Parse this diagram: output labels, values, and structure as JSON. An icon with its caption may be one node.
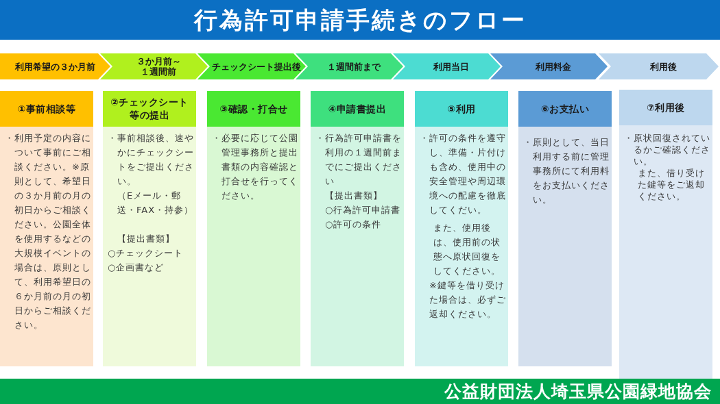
{
  "diagram": {
    "title": "行為許可申請手続きのフロー",
    "nodes": [
      {
        "text": [
          "利用希望の３か月前"
        ]
      },
      {
        "text": [
          "３か月前～１週間前"
        ]
      },
      {
        "text": [
          "チェックシート提出後"
        ]
      },
      {
        "text": [
          "１週間前まで"
        ]
      },
      {
        "text": [
          "利用当日"
        ]
      },
      {
        "text": [
          "利用料金"
        ]
      },
      {
        "text": [
          "利用後"
        ]
      },
      {
        "text": [
          "①事前相談等",
          "・利用予定の内容について事前にご相談ください。※原則として、希望日の３か月前の月の初日からご相談ください。公園全体を使用するなどの大規模イベントの場合は、原則として、利用希望日の６か月前の月の初日からご相談ください。"
        ]
      },
      {
        "text": [
          "②チェックシート等の提出",
          "・事前相談後、速やかにチェックシートをご提出ください。",
          "（Eメール・郵送・FAX・持参）",
          "【提出書類】",
          "○チェックシート",
          "○企画書など"
        ]
      },
      {
        "text": [
          "③確認・打合せ",
          "・必要に応じて公園管理事務所と提出書類の内容確認と打合せを行ってください。"
        ]
      },
      {
        "text": [
          "④申請書提出",
          "・行為許可申請書を利用の１週間前までにご提出ください",
          "【提出書類】",
          "○行為許可申請書",
          "○許可の条件"
        ]
      },
      {
        "text": [
          "⑤利用",
          "・許可の条件を遵守し、準備・片付けも含め、使用中の安全管理や周辺環境への配慮を徹底してくだい。",
          "また、使用後は、使用前の状態へ原状回復をしてください。",
          "※鍵等を借り受けた場合は、必ずご返却ください。"
        ]
      },
      {
        "text": [
          "⑥お支払い",
          "・原則として、当日利用する前に管理事務所にて利用料をお支払いください。"
        ]
      },
      {
        "text": [
          "⑦利用後",
          "・原状回復されているかご確認ください。",
          "また、借り受けた鍵等をご返却ください。"
        ]
      }
    ],
    "labels": [
      "公益財団法人埼玉県公園緑地協会"
    ]
  }
}
